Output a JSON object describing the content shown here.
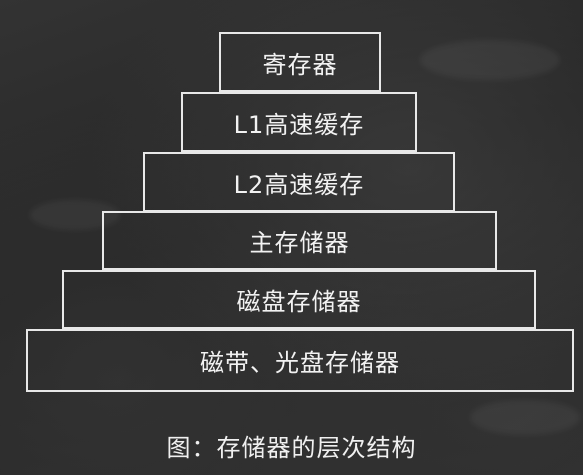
{
  "diagram": {
    "levels": [
      {
        "label": "寄存器"
      },
      {
        "label": "L1高速缓存"
      },
      {
        "label": "L2高速缓存"
      },
      {
        "label": "主存储器"
      },
      {
        "label": "磁盘存储器"
      },
      {
        "label": "磁带、光盘存储器"
      }
    ],
    "caption": "图：存储器的层次结构"
  }
}
